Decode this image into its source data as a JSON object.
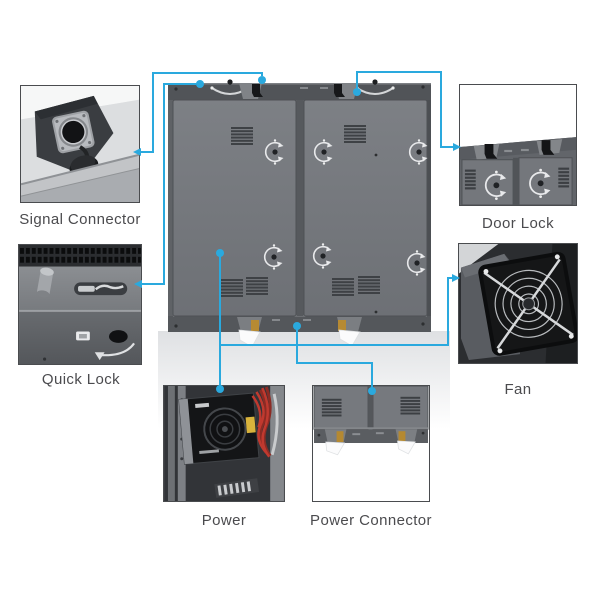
{
  "colors": {
    "accent": "#2aa9de",
    "label_text": "#4b4b4e",
    "cabinet_gray": "#73767b"
  },
  "callouts": [
    {
      "id": "signal-connector",
      "label": "Signal Connector"
    },
    {
      "id": "door-lock",
      "label": "Door Lock"
    },
    {
      "id": "quick-lock",
      "label": "Quick Lock"
    },
    {
      "id": "fan",
      "label": "Fan"
    },
    {
      "id": "power",
      "label": "Power"
    },
    {
      "id": "power-connector",
      "label": "Power Connector"
    }
  ]
}
